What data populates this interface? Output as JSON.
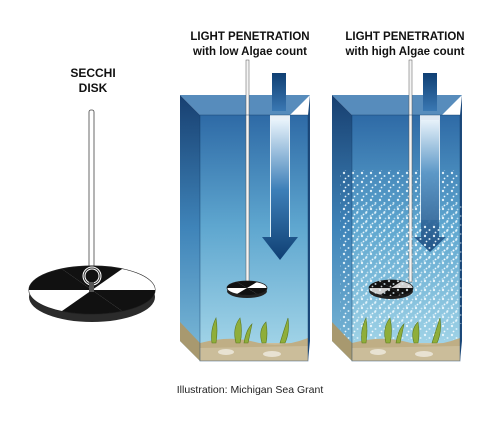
{
  "secchi": {
    "line1": "SECCHI",
    "line2": "DISK"
  },
  "panel_low": {
    "line1": "LIGHT PENETRATION",
    "line2": "with low Algae count"
  },
  "panel_high": {
    "line1": "LIGHT PENETRATION",
    "line2": "with high Algae count"
  },
  "credit": "Illustration: Michigan Sea Grant",
  "colors": {
    "water_dark": "#1b4f86",
    "water_light": "#9fd0e6",
    "sediment": "#cbbd9a",
    "algae": "#eaf6fb",
    "plants": "#8fae3a"
  }
}
